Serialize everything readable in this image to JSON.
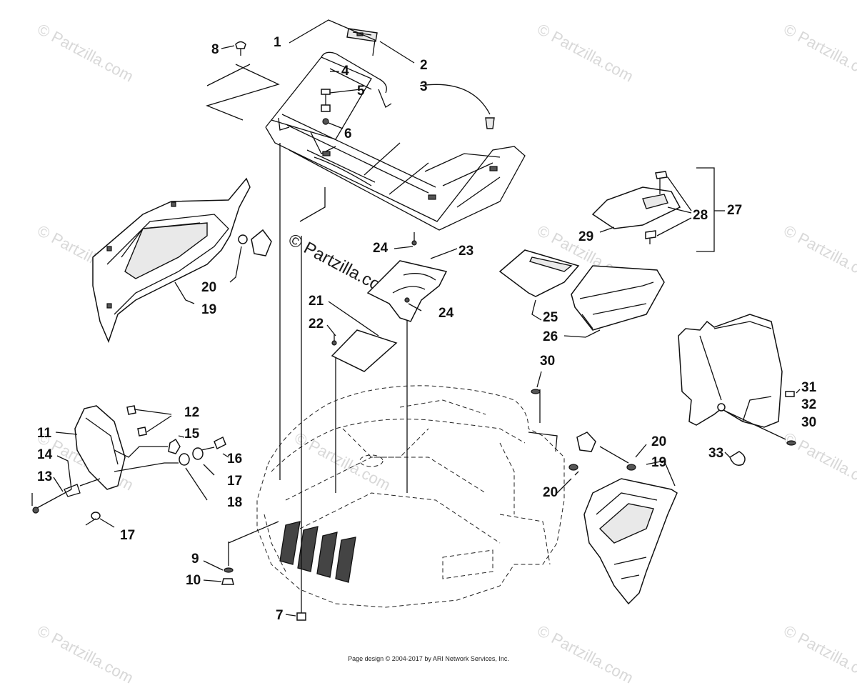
{
  "watermark": {
    "text": "© Partzilla.com",
    "center_text": "© Partzilla.com"
  },
  "footer": {
    "text": "Page design © 2004-2017 by ARI Network Services, Inc."
  },
  "callouts": {
    "c1": "1",
    "c2": "2",
    "c3": "3",
    "c4": "4",
    "c5": "5",
    "c6": "6",
    "c7": "7",
    "c8": "8",
    "c9": "9",
    "c10": "10",
    "c11": "11",
    "c12": "12",
    "c13": "13",
    "c14": "14",
    "c15": "15",
    "c16": "16",
    "c17a": "17",
    "c17b": "17",
    "c18": "18",
    "c19a": "19",
    "c19b": "19",
    "c20a": "20",
    "c20b": "20",
    "c20c": "20",
    "c21": "21",
    "c22": "22",
    "c23": "23",
    "c24a": "24",
    "c24b": "24",
    "c25": "25",
    "c26": "26",
    "c27": "27",
    "c28": "28",
    "c29": "29",
    "c30a": "30",
    "c30b": "30",
    "c31": "31",
    "c32": "32",
    "c33": "33"
  },
  "icons": {
    "rack": "front-rack-drawing",
    "hood": "front-body-panel-drawing",
    "left_fender": "left-fender-panel-drawing",
    "right_fender": "right-fender-panel-drawing",
    "storage_bin": "storage-bin-drawing",
    "headlight_cover": "headlight-cover-drawing"
  }
}
